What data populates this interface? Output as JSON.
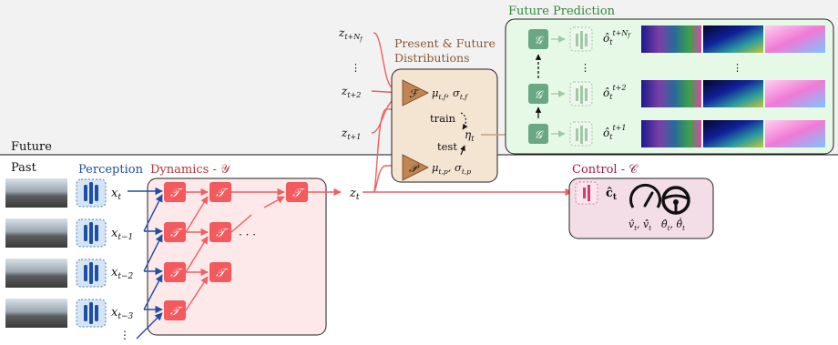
{
  "labels": {
    "future": "Future",
    "past": "Past",
    "perception": "Perception",
    "dynamics": "Dynamics - 𝒴",
    "control": "Control - 𝒞",
    "present_future_1": "Present & Future",
    "present_future_2": "Distributions",
    "future_prediction": "Future Prediction",
    "train": "train",
    "test": "test",
    "dots_h": "· · ·",
    "dots_v": "⋮"
  },
  "inputs": [
    {
      "sub": "t"
    },
    {
      "sub": "t−1"
    },
    {
      "sub": "t−2"
    },
    {
      "sub": "t−3"
    }
  ],
  "future_latents": [
    {
      "sub": "t+N",
      "subsub": "f"
    },
    {
      "sub": "t+2",
      "subsub": ""
    },
    {
      "sub": "t+1",
      "subsub": ""
    }
  ],
  "distributions": {
    "future_module": "ℱ",
    "present_module": "𝒫",
    "mu_f": "μ",
    "mu_f_sub": "t,f",
    "sigma_f": "σ",
    "sigma_f_sub": "t,f",
    "mu_p": "μ",
    "mu_p_sub": "t,p",
    "sigma_p": "σ",
    "sigma_p_sub": "t,p",
    "eta": "η",
    "eta_sub": "t"
  },
  "dynamics_symbol": "𝒯",
  "generator_symbol": "𝒢",
  "z_t": "z",
  "z_t_sub": "t",
  "predictions": [
    {
      "sup": "t+N",
      "supsub": "f"
    },
    {
      "sup": "t+2",
      "supsub": ""
    },
    {
      "sup": "t+1",
      "supsub": ""
    }
  ],
  "control": {
    "c_hat": "ĉ",
    "c_hat_sub": "t",
    "speed_label": "v̂",
    "speed_sub": "t",
    "accel_label": "v̂̇",
    "accel_sub": "t",
    "steer_label": "θ̂",
    "steer_sub": "t",
    "steer_rate_label": "θ̂̇",
    "steer_rate_sub": "t",
    "speedometer_icon": "speedometer-icon",
    "steering_icon": "steering-wheel-icon"
  },
  "colors": {
    "dynamics_red": "#f05f63",
    "perception_blue": "#1f4fa3",
    "distribution_brown": "#c08552",
    "generator_green": "#5a9a72",
    "future_bg": "#f2f2f2",
    "future_pred_bg": "#e6f8e6",
    "dynamics_bg": "#fde8ea",
    "control_bg": "#f3dde6"
  }
}
